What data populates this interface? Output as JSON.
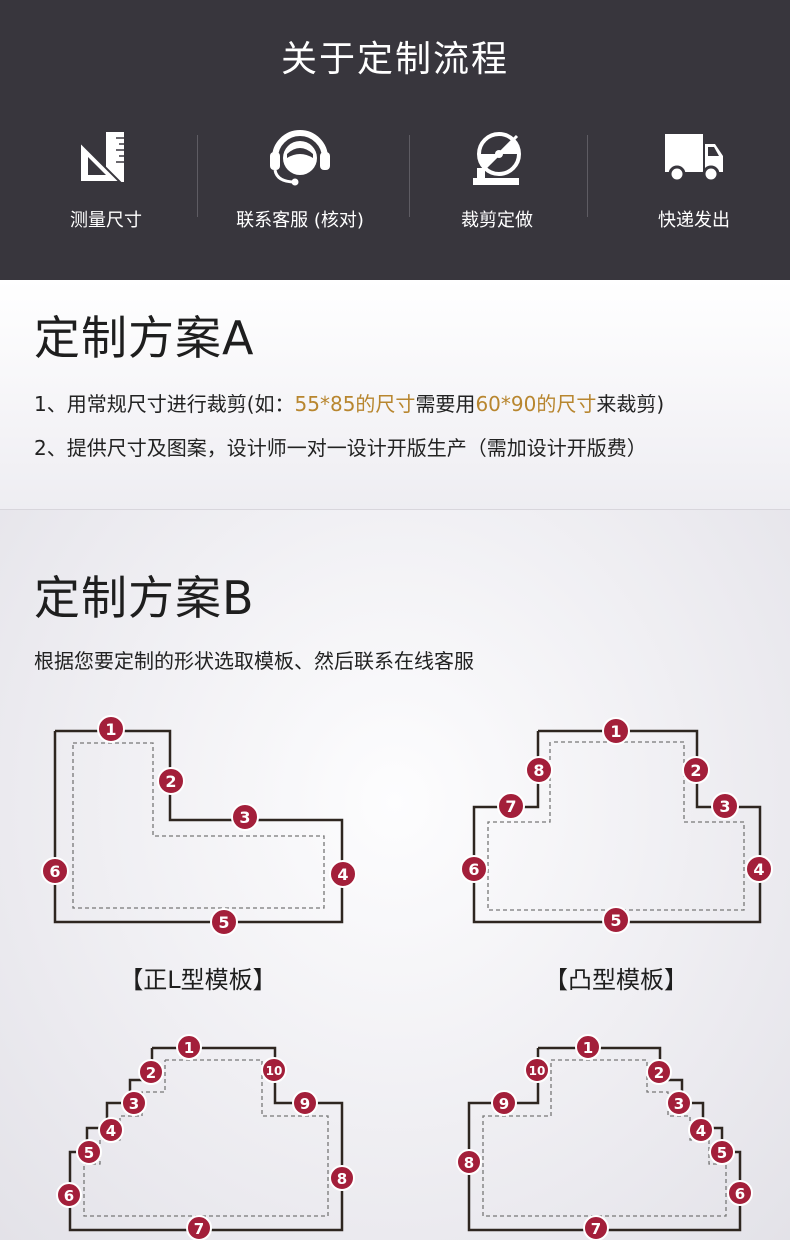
{
  "header": {
    "title": "关于定制流程",
    "steps": [
      {
        "label": "测量尺寸",
        "icon": "triangle-ruler-icon"
      },
      {
        "label": "联系客服 (核对)",
        "icon": "headset-service-icon"
      },
      {
        "label": "裁剪定做",
        "icon": "cutting-machine-icon"
      },
      {
        "label": "快递发出",
        "icon": "delivery-truck-icon"
      }
    ]
  },
  "plan_a": {
    "title": "定制方案A",
    "line1": {
      "prefix": "1、用常规尺寸进行裁剪(如：",
      "hl1": "55*85的尺寸",
      "mid": "需要用",
      "hl2": "60*90的尺寸",
      "suffix": "来裁剪)"
    },
    "line2": "2、提供尺寸及图案，设计师一对一设计开版生产（需加设计开版费）"
  },
  "plan_b": {
    "title": "定制方案B",
    "subtitle": "根据您要定制的形状选取模板、然后联系在线客服",
    "templates": [
      {
        "label": "【正L型模板】"
      },
      {
        "label": "【凸型模板】"
      }
    ]
  },
  "colors": {
    "header_bg": "#38363d",
    "highlight": "#b8862f",
    "badge": "#a31f3a",
    "outline": "#2e2620"
  }
}
